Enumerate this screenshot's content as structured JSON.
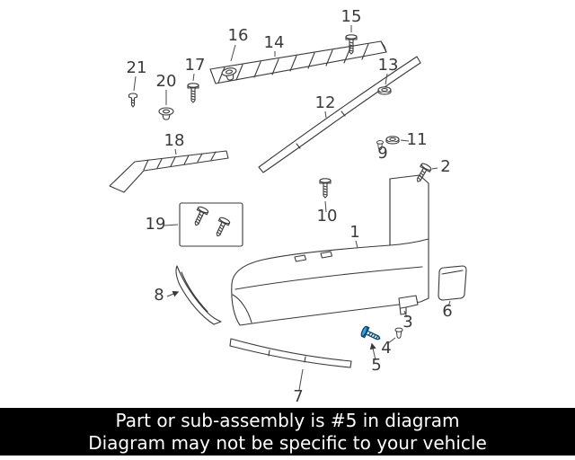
{
  "diagram": {
    "highlighted_part": "5",
    "colors": {
      "line": "#3a3a3a",
      "highlight_fill": "#3f9fd8",
      "highlight_stroke": "#0a4a73"
    },
    "parts": {
      "p1": {
        "label": "1"
      },
      "p2": {
        "label": "2",
        "icon": "bolt-icon"
      },
      "p3": {
        "label": "3"
      },
      "p4": {
        "label": "4",
        "icon": "clip-icon"
      },
      "p5": {
        "label": "5",
        "icon": "bolt-icon",
        "highlighted": true
      },
      "p6": {
        "label": "6"
      },
      "p7": {
        "label": "7"
      },
      "p8": {
        "label": "8"
      },
      "p9": {
        "label": "9",
        "icon": "clip-icon"
      },
      "p10": {
        "label": "10",
        "icon": "bolt-icon"
      },
      "p11": {
        "label": "11",
        "icon": "nut-icon"
      },
      "p12": {
        "label": "12"
      },
      "p13": {
        "label": "13",
        "icon": "nut-icon"
      },
      "p14": {
        "label": "14"
      },
      "p15": {
        "label": "15",
        "icon": "bolt-icon"
      },
      "p16": {
        "label": "16",
        "icon": "grommet-icon"
      },
      "p17": {
        "label": "17",
        "icon": "bolt-icon"
      },
      "p18": {
        "label": "18"
      },
      "p19": {
        "label": "19",
        "icon": "bolts-icon"
      },
      "p20": {
        "label": "20",
        "icon": "grommet-icon"
      },
      "p21": {
        "label": "21",
        "icon": "screw-icon"
      }
    }
  },
  "banner": {
    "line1": "Part or sub-assembly is #5 in diagram",
    "line2": "Diagram may not be specific to your vehicle",
    "background": "#000000",
    "text_color": "#ffffff"
  }
}
